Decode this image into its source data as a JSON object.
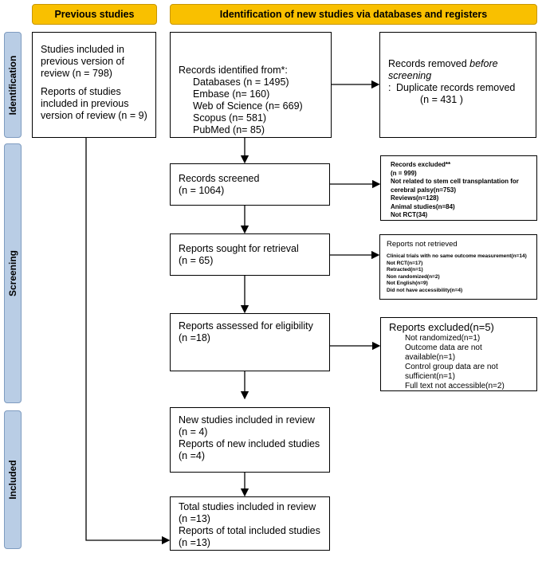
{
  "headers": {
    "previous": "Previous studies",
    "new": "Identification of new studies via databases and registers"
  },
  "stages": [
    "Identification",
    "Screening",
    "Included"
  ],
  "previous_box": [
    "Studies included in",
    "previous version of",
    "review (n = 798)",
    "",
    "Reports of studies",
    "included in previous",
    "version of review (n = 9)"
  ],
  "identified": {
    "title": "Records identified from*:",
    "items": [
      "Databases (n = 1495)",
      "Embase (n= 160)",
      "Web of Science (n= 669)",
      "Scopus (n= 581)",
      "PubMed (n= 85)"
    ]
  },
  "removed": {
    "title_a": "Records removed ",
    "title_em": "before screening",
    "title_b": ":",
    "items": [
      "Duplicate records removed",
      "(n = 431 )"
    ]
  },
  "screened": [
    "Records screened",
    "(n = 1064)"
  ],
  "excluded": [
    "Records excluded**",
    "(n = 999)",
    "Not related to stem cell transplantation for",
    "cerebral palsy(n=753)",
    "Reviews(n=128)",
    "Animal studies(n=84)",
    "Not RCT(34)"
  ],
  "sought": [
    "Reports sought for retrieval",
    "(n = 65)"
  ],
  "not_retrieved": {
    "title": "Reports not retrieved",
    "items": [
      "Clinical trials with no same outcome measurement(n=14)",
      "Not RCT(n=17)",
      "Retracted(n=1)",
      "Non randomized(n=2)",
      "Not English(n=9)",
      "Did not have accessibility(n=4)"
    ]
  },
  "assessed": [
    "Reports assessed for eligibility",
    "(n =18)"
  ],
  "reports_excluded": {
    "title": "Reports excluded(n=5)",
    "items": [
      "Not randomized(n=1)",
      "Outcome data are not available(n=1)",
      "Control group data are not",
      "sufficient(n=1)",
      " Full text not accessible(n=2)"
    ]
  },
  "new_included": [
    "New studies included in review",
    "(n = 4)",
    "Reports of new included studies",
    "(n =4)"
  ],
  "total": [
    "Total studies included in review",
    "(n =13)",
    "Reports of total included studies",
    "(n =13)"
  ]
}
